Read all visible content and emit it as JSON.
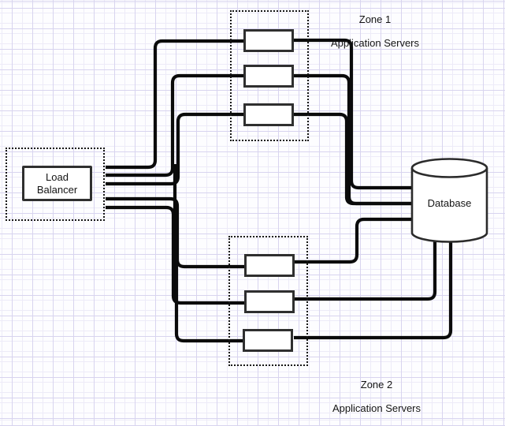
{
  "load_balancer": {
    "label": "Load Balancer"
  },
  "zones": [
    {
      "id": "zone1",
      "title_line1": "Zone 1",
      "title_line2": "Application Servers",
      "server_count": 3
    },
    {
      "id": "zone2",
      "title_line1": "Zone 2",
      "title_line2": "Application Servers",
      "server_count": 3
    }
  ],
  "database": {
    "label": "Database"
  },
  "colors": {
    "connector": "#0b0b0b",
    "shape_border": "#2f2f2f",
    "grid_major": "#d8d4ef",
    "grid_minor": "#edebf8",
    "background": "#fdfdff"
  }
}
